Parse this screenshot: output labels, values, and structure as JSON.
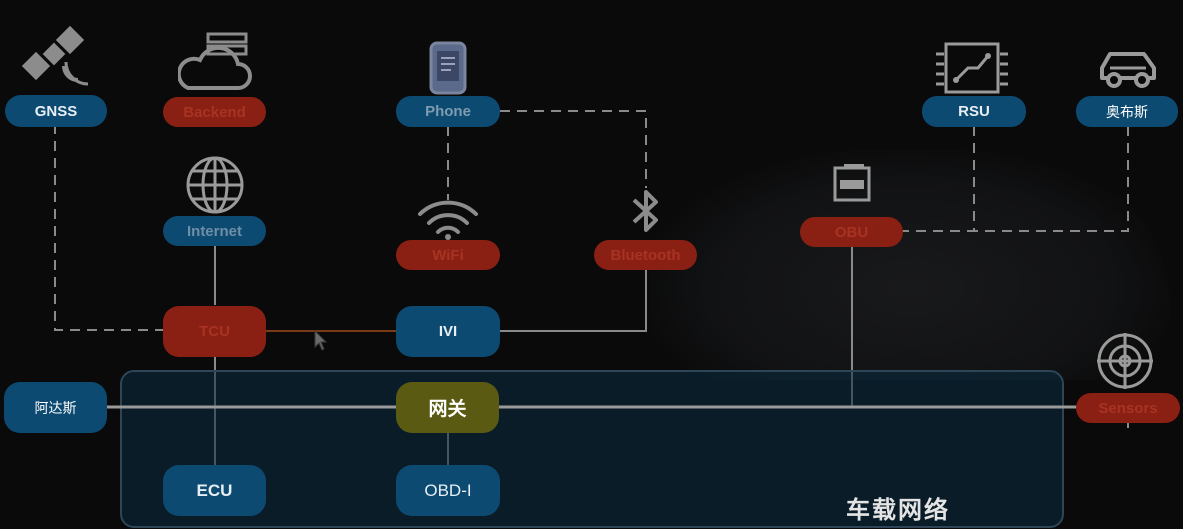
{
  "nodes": {
    "gnss": "GNSS",
    "backend": "Backend",
    "internet": "Internet",
    "phone": "Phone",
    "wifi": "WiFi",
    "bluetooth": "Bluetooth",
    "obu": "OBU",
    "rsu": "RSU",
    "aobusi": "奥布斯",
    "tcu": "TCU",
    "ivi": "IVI",
    "adasi": "阿达斯",
    "gateway": "网关",
    "sensors": "Sensors",
    "ecu": "ECU",
    "obd": "OBD-I"
  },
  "title": "车载网络",
  "colors": {
    "blue_node": "#0c4a72",
    "red_node": "#8a1f13",
    "gateway_node": "#5a5a12",
    "bus_panel": "#0a2c42"
  },
  "icons": [
    "satellite-icon",
    "cloud-server-icon",
    "globe-icon",
    "phone-icon",
    "wifi-icon",
    "bluetooth-icon",
    "obu-device-icon",
    "rsu-chip-icon",
    "car-icon",
    "radar-icon",
    "cursor-icon"
  ]
}
